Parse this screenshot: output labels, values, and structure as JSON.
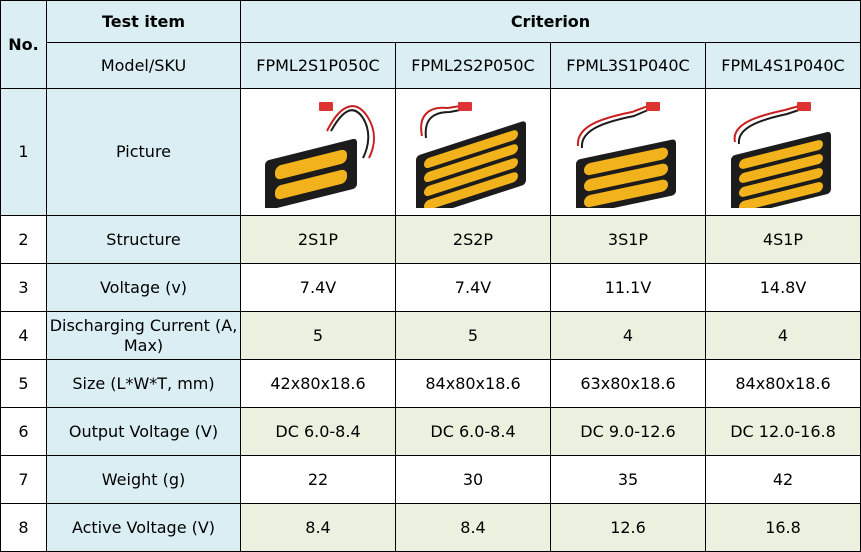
{
  "header": {
    "no_label": "No.",
    "test_item_label": "Test item",
    "criterion_label": "Criterion",
    "model_label": "Model/SKU"
  },
  "models": [
    "FPML2S1P050C",
    "FPML2S2P050C",
    "FPML3S1P040C",
    "FPML4S1P040C"
  ],
  "pictures": {
    "label": "Picture",
    "number": "1",
    "items": [
      {
        "icon": "battery-holder-2-cell-icon",
        "cells": 2
      },
      {
        "icon": "battery-holder-4-cell-icon",
        "cells": 4
      },
      {
        "icon": "battery-holder-3-cell-icon",
        "cells": 3
      },
      {
        "icon": "battery-holder-4-cell-icon",
        "cells": 4
      }
    ]
  },
  "rows": [
    {
      "number": "2",
      "label": "Structure",
      "values": [
        "2S1P",
        "2S2P",
        "3S1P",
        "4S1P"
      ]
    },
    {
      "number": "3",
      "label": "Voltage (v)",
      "values": [
        "7.4V",
        "7.4V",
        "11.1V",
        "14.8V"
      ]
    },
    {
      "number": "4",
      "label": "Discharging Current (A, Max)",
      "values": [
        "5",
        "5",
        "4",
        "4"
      ]
    },
    {
      "number": "5",
      "label": "Size (L*W*T, mm)",
      "values": [
        "42x80x18.6",
        "84x80x18.6",
        "63x80x18.6",
        "84x80x18.6"
      ]
    },
    {
      "number": "6",
      "label": "Output Voltage (V)",
      "values": [
        "DC 6.0-8.4",
        "DC 6.0-8.4",
        "DC 9.0-12.6",
        "DC 12.0-16.8"
      ]
    },
    {
      "number": "7",
      "label": "Weight (g)",
      "values": [
        "22",
        "30",
        "35",
        "42"
      ]
    },
    {
      "number": "8",
      "label": "Active Voltage (V)",
      "values": [
        "8.4",
        "8.4",
        "12.6",
        "16.8"
      ]
    }
  ],
  "colors": {
    "header_bg": "#daeef3",
    "highlight_row_bg": "#ebf1de",
    "holder_body": "#1c1c1c",
    "cell_yellow": "#f2b21b",
    "wire_red": "#c8201e"
  }
}
